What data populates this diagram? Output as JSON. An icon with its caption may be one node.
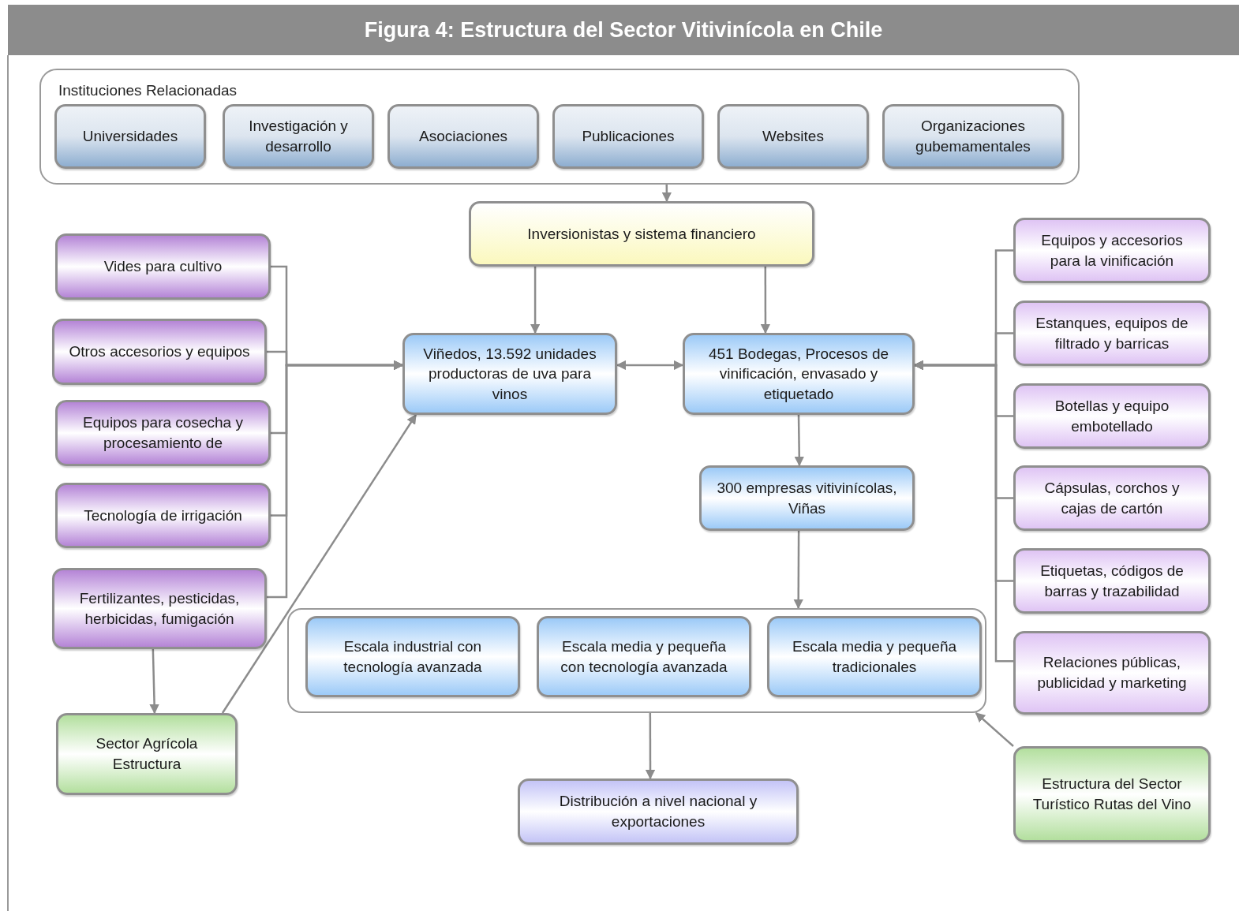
{
  "diagram": {
    "title": "Figura 4: Estructura del Sector Vitivinícola en Chile",
    "nodes": [
      {
        "text": [
          "Instituciones Relacionadas"
        ]
      },
      {
        "text": [
          "Universidades"
        ],
        "in": 0
      },
      {
        "text": [
          "Investigación y desarrollo"
        ],
        "in": 0
      },
      {
        "text": [
          "Asociaciones"
        ],
        "in": 0
      },
      {
        "text": [
          "Publicaciones"
        ],
        "in": 0
      },
      {
        "text": [
          "Websites"
        ],
        "in": 0
      },
      {
        "text": [
          "Organizaciones gubemamentales"
        ],
        "in": 0
      },
      {
        "text": [
          "Inversionistas y sistema financiero"
        ]
      },
      {
        "text": [
          "Vides para cultivo"
        ]
      },
      {
        "text": [
          "Otros accesorios y equipos"
        ]
      },
      {
        "text": [
          "Equipos para cosecha y procesamiento de"
        ]
      },
      {
        "text": [
          "Tecnología de irrigación"
        ]
      },
      {
        "text": [
          "Fertilizantes, pesticidas, herbicidas, fumigación"
        ]
      },
      {
        "text": [
          "Viñedos, 13.592 unidades productoras de uva para vinos"
        ]
      },
      {
        "text": [
          "451 Bodegas, Procesos de vinificación, envasado y etiquetado"
        ]
      },
      {
        "text": [
          "Equipos y accesorios para la vinificación"
        ]
      },
      {
        "text": [
          "Estanques, equipos de filtrado y barricas"
        ]
      },
      {
        "text": [
          "Botellas y equipo embotellado"
        ]
      },
      {
        "text": [
          "Cápsulas, corchos y cajas de cartón"
        ]
      },
      {
        "text": [
          "Etiquetas, códigos de barras y trazabilidad"
        ]
      },
      {
        "text": [
          "Relaciones públicas, publicidad y marketing"
        ]
      },
      {
        "text": [
          "300 empresas vitivinícolas, Viñas"
        ]
      },
      {
        "text": [],
        "shape": "box"
      },
      {
        "text": [
          "Escala industrial con tecnología avanzada"
        ],
        "in": 22
      },
      {
        "text": [
          "Escala media y pequeña con tecnología avanzada"
        ],
        "in": 22
      },
      {
        "text": [
          "Escala media y pequeña tradicionales"
        ],
        "in": 22
      },
      {
        "text": [
          "Sector Agrícola Estructura"
        ]
      },
      {
        "text": [
          "Distribución a nivel nacional y exportaciones"
        ]
      },
      {
        "text": [
          "Estructura del Sector Turístico Rutas del Vino"
        ]
      }
    ],
    "edges": [
      {
        "from": 0,
        "to": 7,
        "arrow": "to"
      },
      {
        "from": 7,
        "to": 13,
        "arrow": "to"
      },
      {
        "from": 7,
        "to": 14,
        "arrow": "to"
      },
      {
        "from": 8,
        "to": 13,
        "arrow": "to"
      },
      {
        "from": 9,
        "to": 13,
        "arrow": "to"
      },
      {
        "from": 10,
        "to": 13,
        "arrow": "to"
      },
      {
        "from": 11,
        "to": 13,
        "arrow": "to"
      },
      {
        "from": 12,
        "to": 13,
        "arrow": "to"
      },
      {
        "from": 13,
        "to": 14,
        "arrow": "both"
      },
      {
        "from": 15,
        "to": 14,
        "arrow": "to"
      },
      {
        "from": 16,
        "to": 14,
        "arrow": "to"
      },
      {
        "from": 17,
        "to": 14,
        "arrow": "to"
      },
      {
        "from": 18,
        "to": 14,
        "arrow": "to"
      },
      {
        "from": 19,
        "to": 14,
        "arrow": "to"
      },
      {
        "from": 20,
        "to": 14,
        "arrow": "to"
      },
      {
        "from": 14,
        "to": 21,
        "arrow": "to"
      },
      {
        "from": 21,
        "to": 22,
        "arrow": "to"
      },
      {
        "from": 12,
        "to": 26,
        "arrow": "to"
      },
      {
        "from": 26,
        "to": 13,
        "arrow": "to"
      },
      {
        "from": 22,
        "to": 27,
        "arrow": "to"
      },
      {
        "from": 28,
        "to": 22,
        "arrow": "to"
      }
    ]
  }
}
